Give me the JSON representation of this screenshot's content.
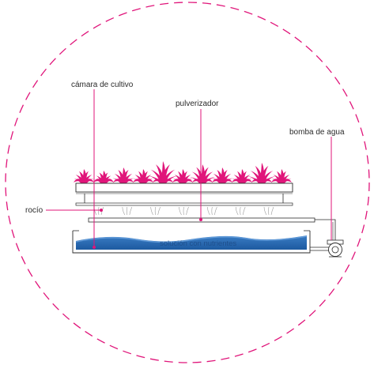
{
  "labels": {
    "chamber": "cámara de cultivo",
    "sprayer": "pulverizador",
    "pump": "bomba de agua",
    "mist": "rocío",
    "solution": "solución con nutrientes"
  },
  "colors": {
    "accent": "#e0157a",
    "water": "#2f6fb8",
    "water_light": "#5b97d6",
    "line": "#2b2b2b"
  },
  "icons": {
    "plant": "plant-icon",
    "pump": "pump-icon"
  },
  "plant_count": 11,
  "mist_count": 7
}
